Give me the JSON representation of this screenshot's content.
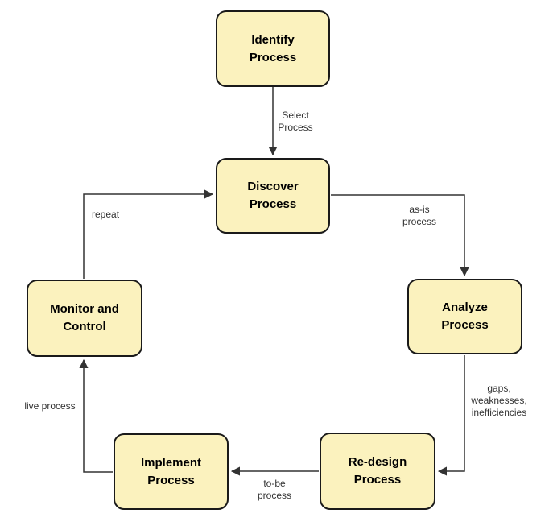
{
  "diagram": {
    "type": "flowchart",
    "background": "#FFFFFF"
  },
  "colors": {
    "node_fill": "#FBF2BE",
    "node_border": "#1A1A1A",
    "node_text": "#000000",
    "connector": "#333333",
    "edge_label_text": "#333333"
  },
  "nodes": [
    {
      "id": "identify",
      "label": "Identify\nProcess"
    },
    {
      "id": "discover",
      "label": "Discover\nProcess"
    },
    {
      "id": "analyze",
      "label": "Analyze\nProcess"
    },
    {
      "id": "redesign",
      "label": "Re-design\nProcess"
    },
    {
      "id": "implement",
      "label": "Implement\nProcess"
    },
    {
      "id": "monitor",
      "label": "Monitor and\nControl"
    }
  ],
  "edges": [
    {
      "from": "Identify Process",
      "to": "Discover Process",
      "label": "Select\nProcess"
    },
    {
      "from": "Discover Process",
      "to": "Analyze Process",
      "label": "as-is\nprocess"
    },
    {
      "from": "Analyze Process",
      "to": "Re-design Process",
      "label": "gaps,\nweaknesses,\ninefficiencies"
    },
    {
      "from": "Re-design Process",
      "to": "Implement Process",
      "label": "to-be\nprocess"
    },
    {
      "from": "Implement Process",
      "to": "Monitor and Control",
      "label": "live process"
    },
    {
      "from": "Monitor and Control",
      "to": "Discover Process",
      "label": "repeat"
    }
  ]
}
